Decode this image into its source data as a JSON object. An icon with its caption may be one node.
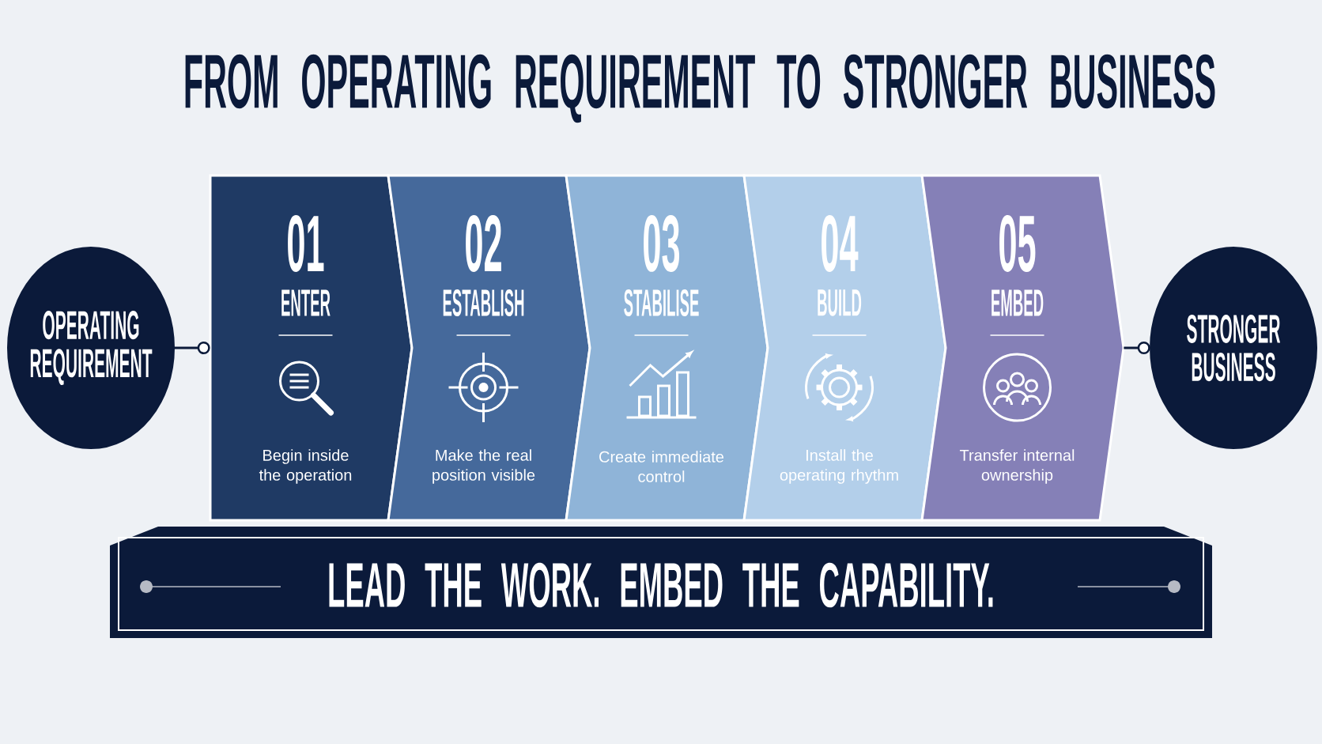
{
  "diagram": {
    "title": "FROM OPERATING REQUIREMENT TO STRONGER BUSINESS",
    "nodes": [
      {
        "text": [
          "OPERATING REQUIREMENT"
        ]
      },
      {
        "text": [
          "01",
          "ENTER",
          "Begin inside the operation"
        ]
      },
      {
        "text": [
          "02",
          "ESTABLISH",
          "Make the real position visible"
        ]
      },
      {
        "text": [
          "03",
          "STABILISE",
          "Create immediate control"
        ]
      },
      {
        "text": [
          "04",
          "BUILD",
          "Install the operating rhythm"
        ]
      },
      {
        "text": [
          "05",
          "EMBED",
          "Transfer internal ownership"
        ]
      },
      {
        "text": [
          "STRONGER BUSINESS"
        ]
      },
      {
        "text": [
          "LEAD THE WORK. EMBED THE CAPABILITY."
        ]
      }
    ],
    "edges": [
      {
        "from": 0,
        "to": 1,
        "arrow": "other"
      },
      {
        "from": 5,
        "to": 6,
        "arrow": "other"
      }
    ]
  }
}
